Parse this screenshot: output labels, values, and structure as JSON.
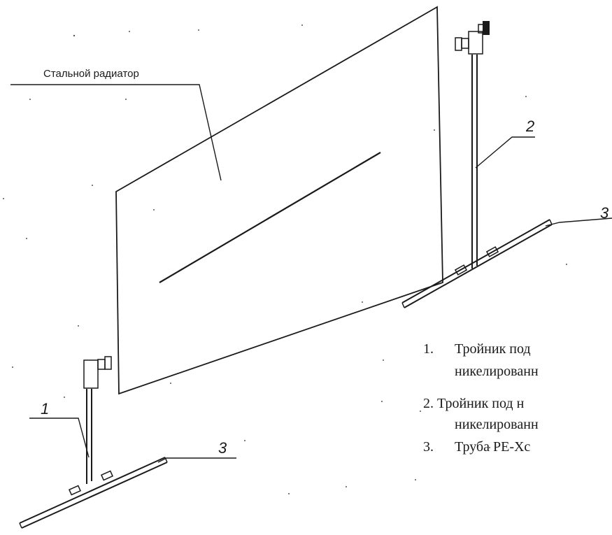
{
  "diagram": {
    "radiator_label": "Стальной радиатор",
    "callouts": {
      "tee_left": "1",
      "tee_right": "2",
      "pipe_left": "3",
      "pipe_right": "3"
    },
    "legend": [
      {
        "num": "1.",
        "text": "Тройник под"
      },
      {
        "num": "",
        "text": "никелированн"
      },
      {
        "num": "2.",
        "text": "Тройник под н"
      },
      {
        "num": "",
        "text": "никелированн"
      },
      {
        "num": "3.",
        "text": "Труба PE-Xc"
      }
    ],
    "colors": {
      "ink": "#1a1a1a",
      "background": "#ffffff"
    }
  }
}
